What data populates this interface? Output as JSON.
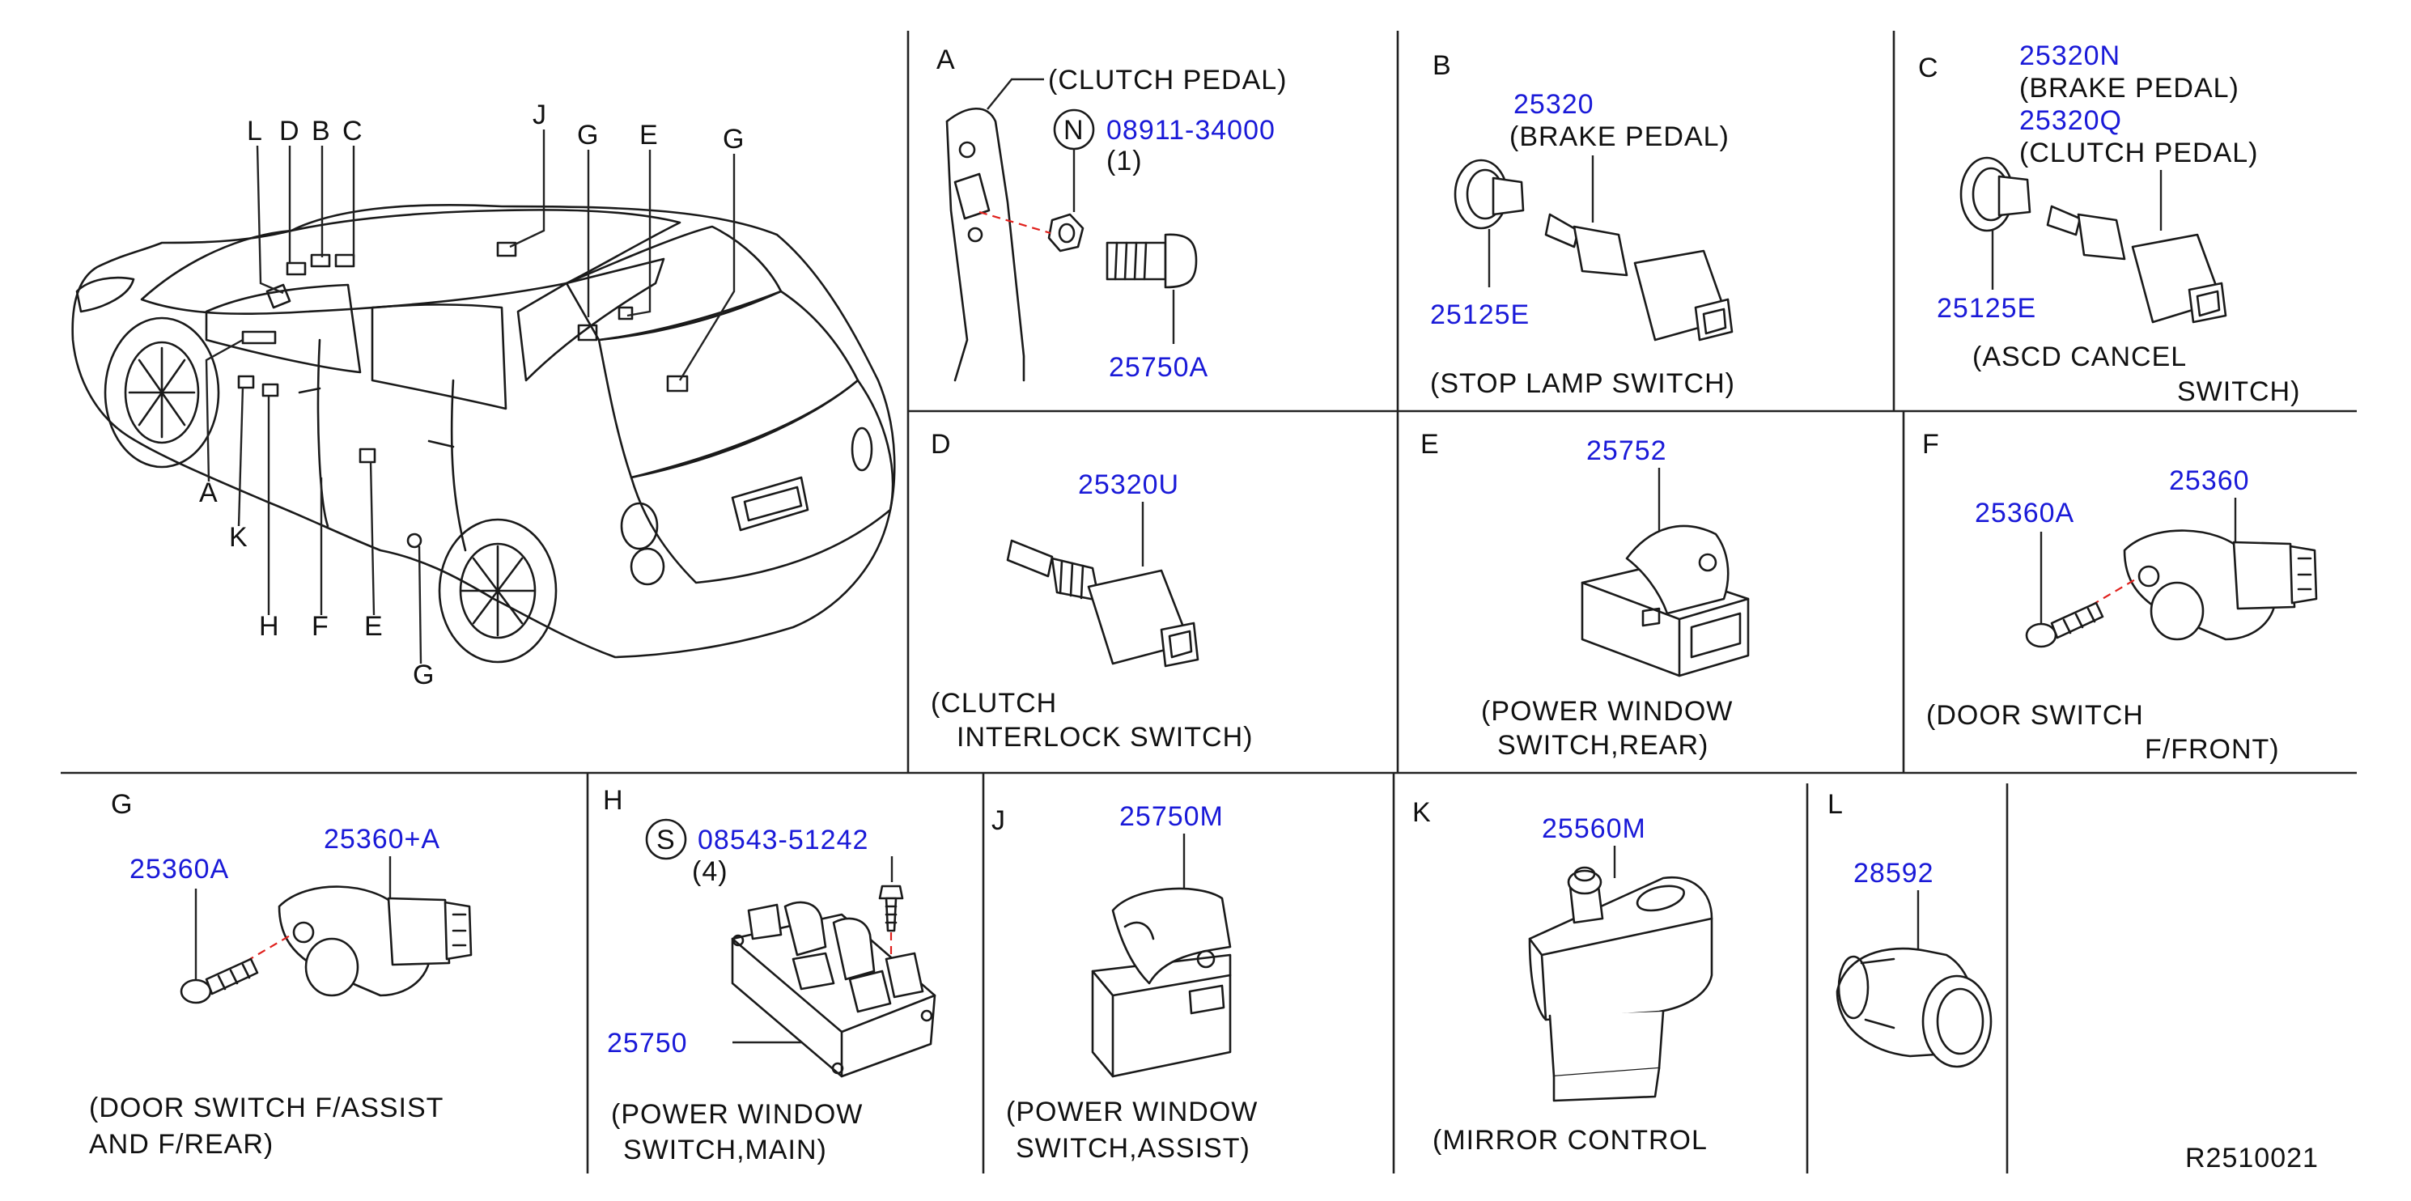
{
  "car_callouts": [
    "L",
    "D",
    "B",
    "C",
    "J",
    "G",
    "E",
    "G",
    "A",
    "K",
    "H",
    "F",
    "E",
    "G"
  ],
  "panels": {
    "A": {
      "letter": "A",
      "caption": "(CLUTCH PEDAL)",
      "nut_symbol": "N",
      "nut_part": "08911-34000",
      "nut_qty": "(1)",
      "bolt_part": "25750A"
    },
    "B": {
      "letter": "B",
      "part": "25320",
      "part_note": "(BRAKE PEDAL)",
      "grommet_part": "25125E",
      "caption": "(STOP LAMP SWITCH)"
    },
    "C": {
      "letter": "C",
      "part1": "25320N",
      "part1_note": "(BRAKE PEDAL)",
      "part2": "25320Q",
      "part2_note": "(CLUTCH PEDAL)",
      "grommet_part": "25125E",
      "caption_line1": "(ASCD CANCEL",
      "caption_line2": "SWITCH)"
    },
    "D": {
      "letter": "D",
      "part": "25320U",
      "caption_line1": "(CLUTCH",
      "caption_line2": "INTERLOCK SWITCH)"
    },
    "E": {
      "letter": "E",
      "part": "25752",
      "caption_line1": "(POWER WINDOW",
      "caption_line2": "SWITCH,REAR)"
    },
    "F": {
      "letter": "F",
      "screw_part": "25360A",
      "part": "25360",
      "caption_line1": "(DOOR SWITCH",
      "caption_line2": "F/FRONT)"
    },
    "G": {
      "letter": "G",
      "screw_part": "25360A",
      "part": "25360+A",
      "caption_line1": "(DOOR SWITCH F/ASSIST",
      "caption_line2": "AND F/REAR)"
    },
    "H": {
      "letter": "H",
      "screw_symbol": "S",
      "screw_part": "08543-51242",
      "screw_qty": "(4)",
      "part": "25750",
      "caption_line1": "(POWER WINDOW",
      "caption_line2": "SWITCH,MAIN)"
    },
    "J": {
      "letter": "J",
      "part": "25750M",
      "caption_line1": "(POWER WINDOW",
      "caption_line2": "SWITCH,ASSIST)"
    },
    "K": {
      "letter": "K",
      "part": "25560M",
      "caption": "(MIRROR CONTROL"
    },
    "L": {
      "letter": "L",
      "part": "28592"
    }
  },
  "diagram_code": "R2510021",
  "colors": {
    "part_number": "#1a1ad8",
    "line": "#222222",
    "phantom_line": "#e0201c"
  }
}
